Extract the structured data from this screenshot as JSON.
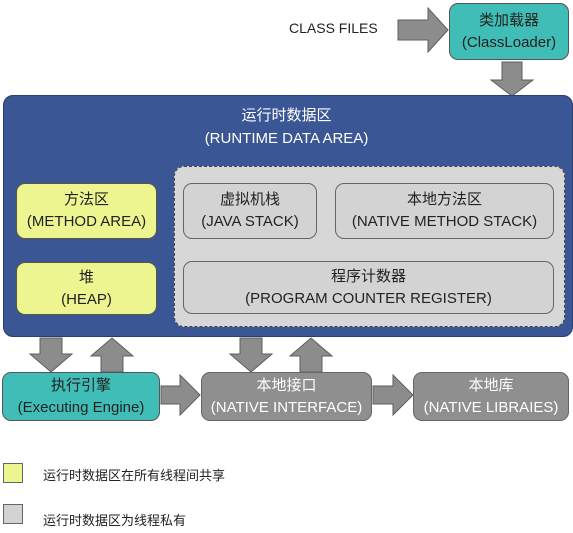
{
  "class_files": "CLASS FILES",
  "classloader": {
    "title": "类加载器",
    "subtitle": "(ClassLoader)"
  },
  "runtime": {
    "title": "运行时数据区",
    "subtitle": "(RUNTIME DATA AREA)"
  },
  "method_area": {
    "title": "方法区",
    "subtitle": "(METHOD AREA)"
  },
  "heap": {
    "title": "堆",
    "subtitle": "(HEAP)"
  },
  "java_stack": {
    "title": "虚拟机栈",
    "subtitle": "(JAVA STACK)"
  },
  "native_stack": {
    "title": "本地方法区",
    "subtitle": "(NATIVE METHOD STACK)"
  },
  "pc_register": {
    "title": "程序计数器",
    "subtitle": "(PROGRAM COUNTER REGISTER)"
  },
  "engine": {
    "title": "执行引擎",
    "subtitle": "(Executing Engine)"
  },
  "native_interface": {
    "title": "本地接口",
    "subtitle": "(NATIVE INTERFACE)"
  },
  "native_libraries": {
    "title": "本地库",
    "subtitle": "(NATIVE LIBRAIES)"
  },
  "legend": {
    "shared": "运行时数据区在所有线程间共享",
    "private": "运行时数据区为线程私有"
  },
  "colors": {
    "teal": "#3fbdb6",
    "runtime_blue": "#3a5694",
    "shared_yellow": "#ecf590",
    "private_gray": "#d3d3d3",
    "native_gray": "#8f8f8f",
    "arrow_gray": "#8c8c8c"
  }
}
